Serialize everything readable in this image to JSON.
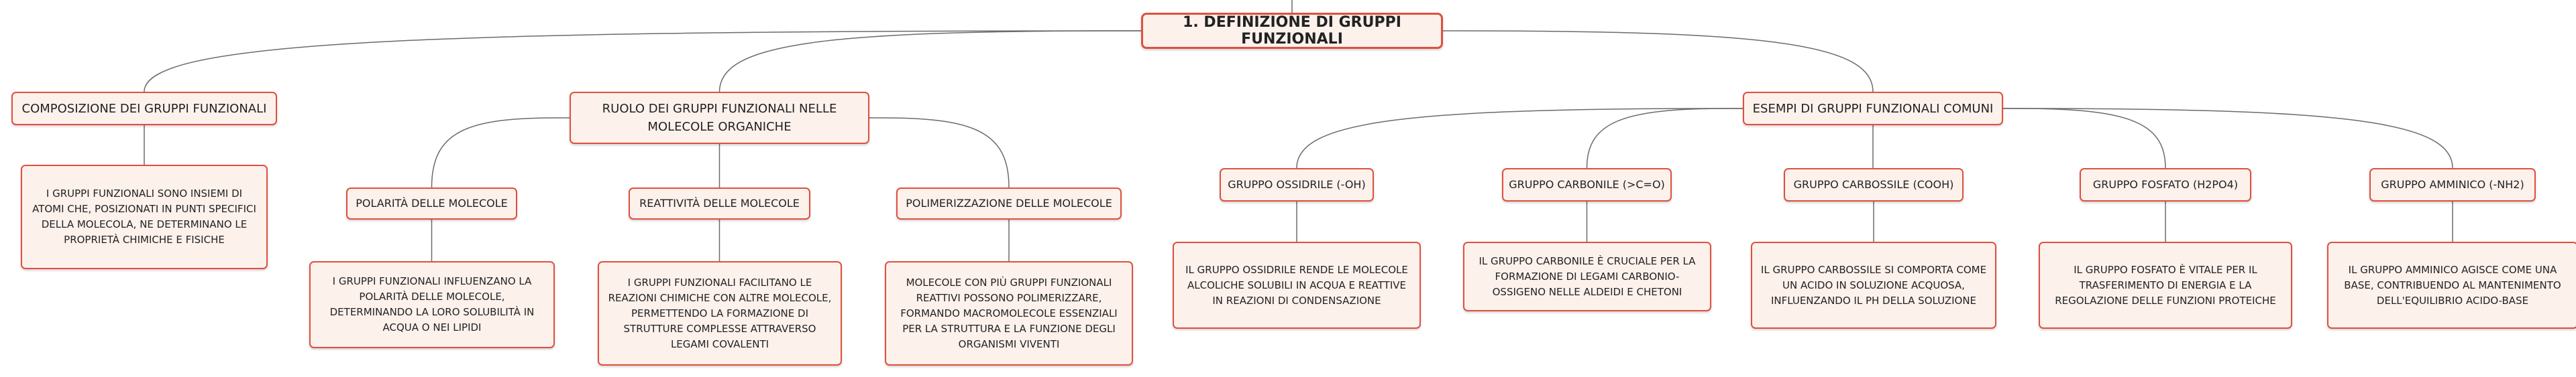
{
  "root": {
    "label": "1. DEFINIZIONE DI GRUPPI FUNZIONALI"
  },
  "composizione": {
    "label": "COMPOSIZIONE DEI GRUPPI FUNZIONALI",
    "desc": "I GRUPPI FUNZIONALI SONO INSIEMI DI ATOMI CHE, POSIZIONATI IN PUNTI SPECIFICI DELLA MOLECOLA, NE DETERMINANO LE PROPRIETÀ CHIMICHE E FISICHE"
  },
  "ruolo": {
    "label": "RUOLO DEI GRUPPI FUNZIONALI NELLE MOLECOLE ORGANICHE",
    "polarita": {
      "label": "POLARITÀ DELLE MOLECOLE",
      "desc": "I GRUPPI FUNZIONALI INFLUENZANO LA POLARITÀ DELLE MOLECOLE, DETERMINANDO LA LORO SOLUBILITÀ IN ACQUA O NEI LIPIDI"
    },
    "reattivita": {
      "label": "REATTIVITÀ DELLE MOLECOLE",
      "desc": "I GRUPPI FUNZIONALI FACILITANO LE REAZIONI CHIMICHE CON ALTRE MOLECOLE, PERMETTENDO LA FORMAZIONE DI STRUTTURE COMPLESSE ATTRAVERSO LEGAMI COVALENTI"
    },
    "polimerizzazione": {
      "label": "POLIMERIZZAZIONE DELLE MOLECOLE",
      "desc": "MOLECOLE CON PIÙ GRUPPI FUNZIONALI REATTIVI POSSONO POLIMERIZZARE, FORMANDO MACROMOLECOLE ESSENZIALI PER LA STRUTTURA E LA FUNZIONE DEGLI ORGANISMI VIVENTI"
    }
  },
  "esempi": {
    "label": "ESEMPI DI GRUPPI FUNZIONALI COMUNI",
    "ossidrile": {
      "label": "GRUPPO OSSIDRILE (-OH)",
      "desc": "IL GRUPPO OSSIDRILE RENDE LE MOLECOLE ALCOLICHE SOLUBILI IN ACQUA E REATTIVE IN REAZIONI DI CONDENSAZIONE"
    },
    "carbonile": {
      "label": "GRUPPO CARBONILE (>C=O)",
      "desc": "IL GRUPPO CARBONILE È CRUCIALE PER LA FORMAZIONE DI LEGAMI CARBONIO-OSSIGENO NELLE ALDEIDI E CHETONI"
    },
    "carbossile": {
      "label": "GRUPPO CARBOSSILE (COOH)",
      "desc": "IL GRUPPO CARBOSSILE SI COMPORTA COME UN ACIDO IN SOLUZIONE ACQUOSA, INFLUENZANDO IL PH DELLA SOLUZIONE"
    },
    "fosfato": {
      "label": "GRUPPO FOSFATO (H2PO4)",
      "desc": "IL GRUPPO FOSFATO È VITALE PER IL TRASFERIMENTO DI ENERGIA E LA REGOLAZIONE DELLE FUNZIONI PROTEICHE"
    },
    "amminico": {
      "label": "GRUPPO AMMINICO (-NH2)",
      "desc": "IL GRUPPO AMMINICO AGISCE COME UNA BASE, CONTRIBUENDO AL MANTENIMENTO DELL'EQUILIBRIO ACIDO-BASE"
    }
  },
  "colors": {
    "border": "#e0503e",
    "fill": "#fdf1ec",
    "line": "#6b6b6b"
  }
}
